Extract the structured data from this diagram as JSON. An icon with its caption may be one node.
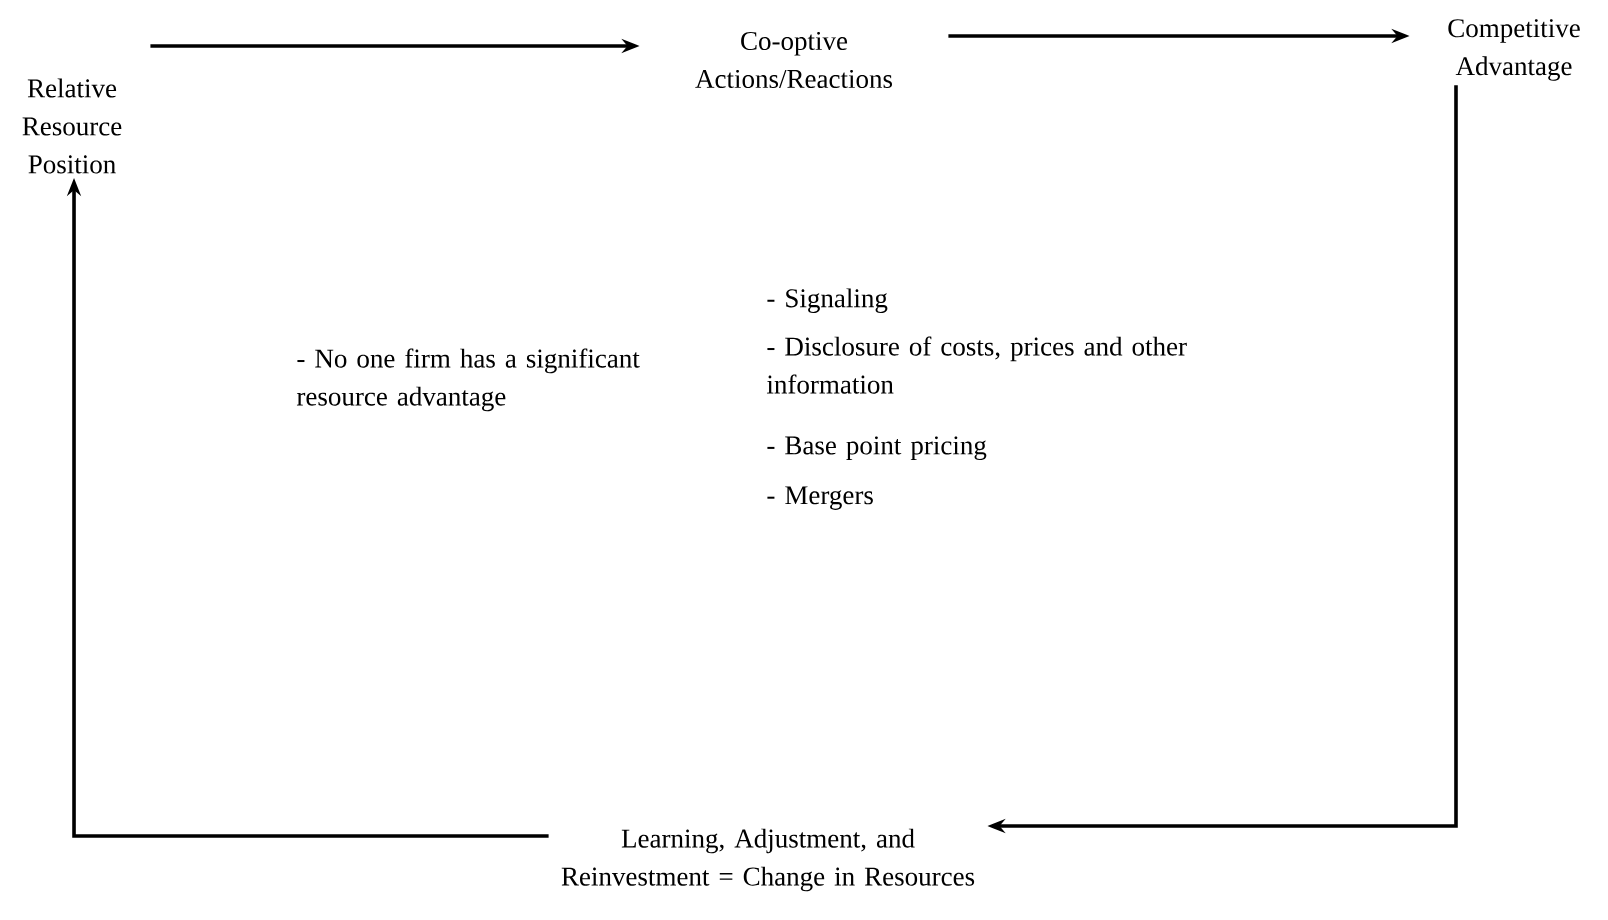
{
  "diagram": {
    "nodes": [
      {
        "text": [
          "Relative Resource Position"
        ]
      },
      {
        "text": [
          "Co-optive Actions/Reactions"
        ]
      },
      {
        "text": [
          "Competitive Advantage"
        ]
      },
      {
        "text": [
          "Learning, Adjustment, and Reinvestment = Change in Resources"
        ]
      }
    ],
    "edges": [
      {
        "from": 0,
        "to": 1,
        "arrow": "to"
      },
      {
        "from": 1,
        "to": 2,
        "arrow": "to"
      },
      {
        "from": 2,
        "to": 3,
        "arrow": "to"
      },
      {
        "from": 3,
        "to": 0,
        "arrow": "to"
      }
    ],
    "labels": [
      "- No one firm has a significant resource advantage",
      "- Signaling",
      "- Disclosure of costs, prices and other information",
      "- Base point pricing",
      "- Mergers"
    ]
  }
}
